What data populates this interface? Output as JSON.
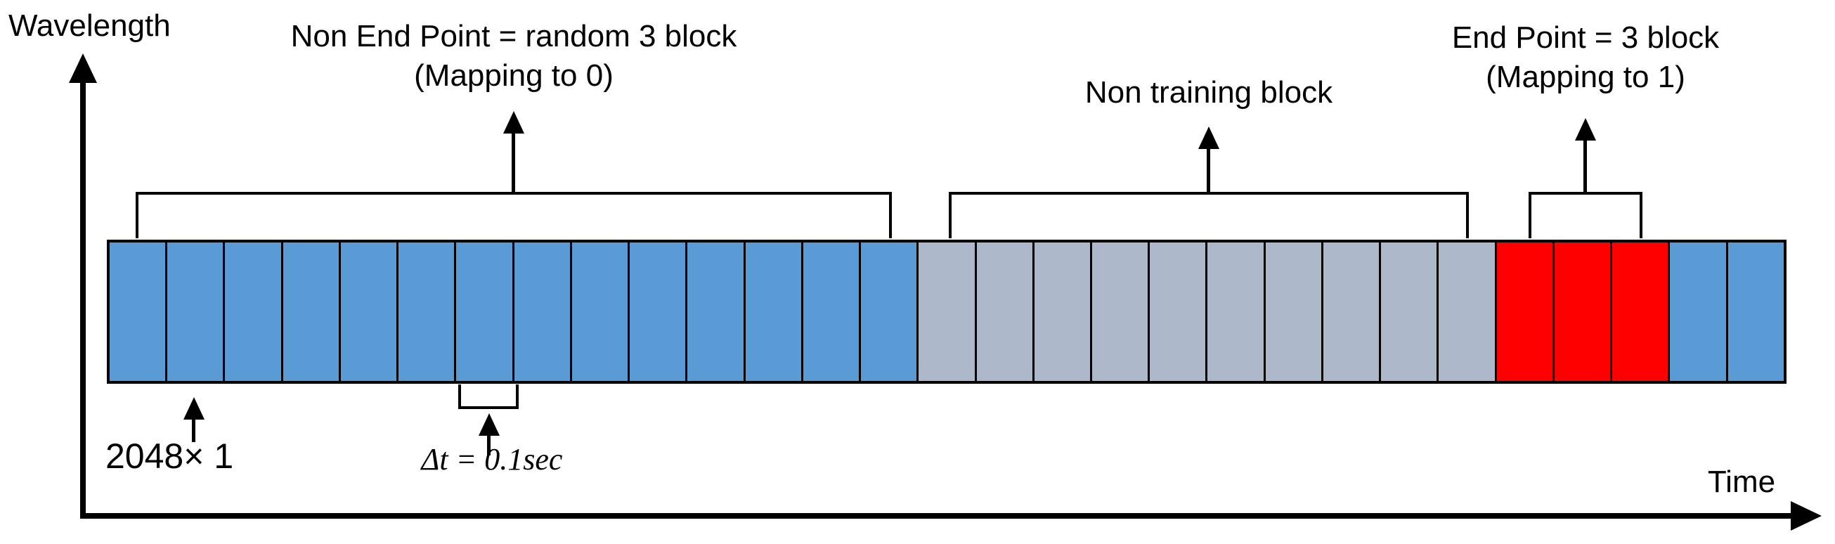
{
  "axes": {
    "y_label": "Wavelength",
    "x_label": "Time"
  },
  "annotations": {
    "non_end_point": {
      "line1": "Non End Point = random 3 block",
      "line2": "(Mapping to 0)"
    },
    "non_training": {
      "label": "Non training block"
    },
    "end_point": {
      "line1": "End Point = 3 block",
      "line2": "(Mapping to 1)"
    },
    "block_size": "2048× 1",
    "time_step": "Δt = 0.1sec"
  },
  "blocks": {
    "total": 29,
    "segments": [
      {
        "name": "non-end-point",
        "color": "#5B9BD5",
        "count": 14
      },
      {
        "name": "non-training",
        "color": "#ADB9CA",
        "count": 10
      },
      {
        "name": "end-point",
        "color": "#FF0000",
        "count": 3
      },
      {
        "name": "trailing",
        "color": "#5B9BD5",
        "count": 2
      }
    ]
  },
  "colors": {
    "block_blue": "#5B9BD5",
    "block_gray": "#ADB9CA",
    "block_red": "#FF0000",
    "line_black": "#000000"
  }
}
